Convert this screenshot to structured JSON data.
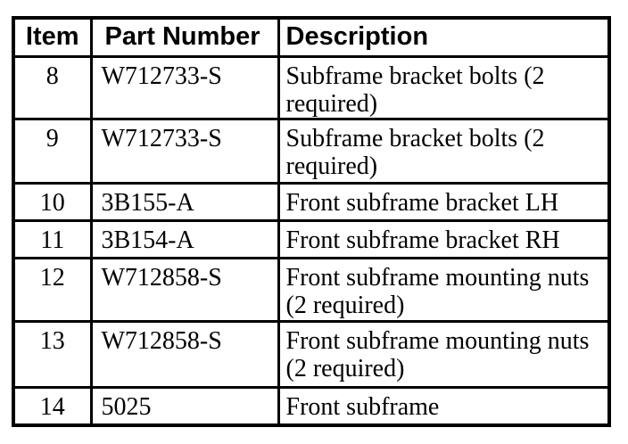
{
  "colors": {
    "background": "#ffffff",
    "border": "#000000",
    "text": "#000000"
  },
  "table": {
    "columns": [
      {
        "key": "item",
        "label": "Item"
      },
      {
        "key": "part_number",
        "label": "Part Number"
      },
      {
        "key": "description",
        "label": "Description"
      }
    ],
    "rows": [
      {
        "item": "8",
        "part_number": "W712733-S",
        "description": "Subframe bracket bolts (2 required)"
      },
      {
        "item": "9",
        "part_number": "W712733-S",
        "description": "Subframe bracket bolts (2 required)"
      },
      {
        "item": "10",
        "part_number": "3B155-A",
        "description": "Front subframe bracket LH"
      },
      {
        "item": "11",
        "part_number": "3B154-A",
        "description": "Front subframe bracket RH"
      },
      {
        "item": "12",
        "part_number": "W712858-S",
        "description": "Front subframe mounting nuts (2 required)"
      },
      {
        "item": "13",
        "part_number": "W712858-S",
        "description": "Front subframe mounting nuts (2 required)"
      },
      {
        "item": "14",
        "part_number": "5025",
        "description": "Front subframe"
      }
    ]
  }
}
